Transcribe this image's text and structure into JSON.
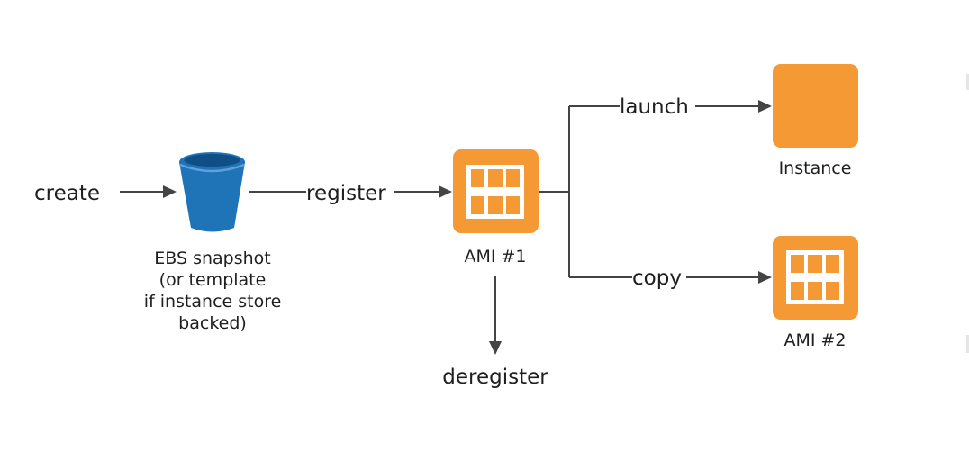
{
  "actions": {
    "create": "create",
    "register": "register",
    "deregister": "deregister",
    "launch": "launch",
    "copy": "copy"
  },
  "nodes": {
    "ebs_snapshot": {
      "caption_lines": [
        "EBS snapshot",
        "(or template",
        "if instance store",
        "backed)"
      ],
      "icon": "bucket-icon",
      "color": "#1f73b7"
    },
    "ami_1": {
      "caption": "AMI #1",
      "icon": "ami-grid-icon",
      "color": "#f49933"
    },
    "instance": {
      "caption": "Instance",
      "icon": "instance-square-icon",
      "color": "#f49933"
    },
    "ami_2": {
      "caption": "AMI #2",
      "icon": "ami-grid-icon",
      "color": "#f49933"
    }
  }
}
